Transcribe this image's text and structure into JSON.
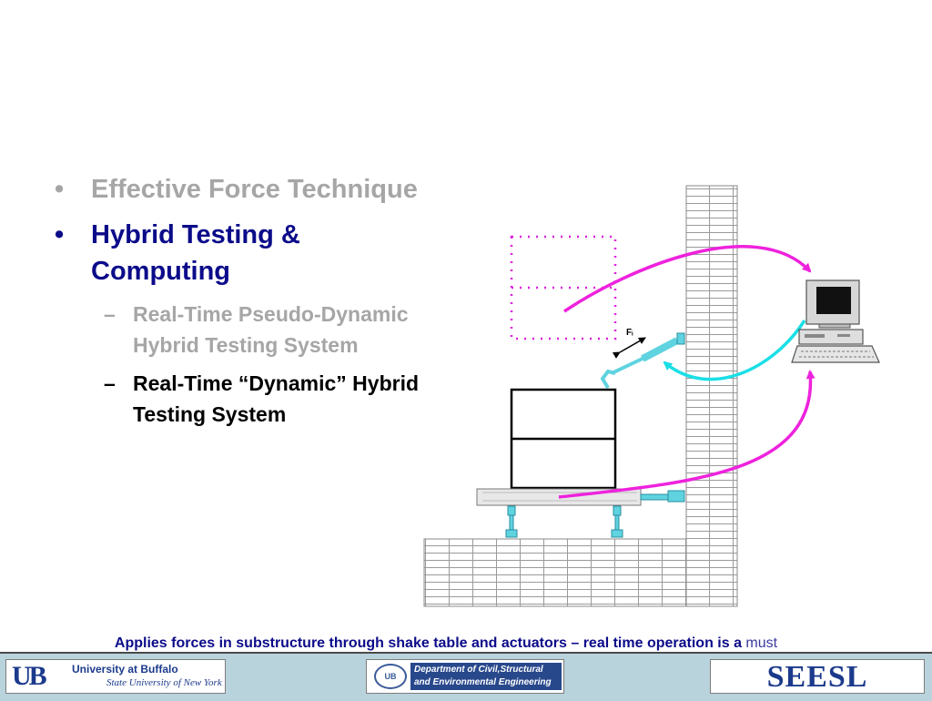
{
  "bullets": [
    {
      "level": 1,
      "text": "Effective  Force Technique",
      "color": "#a6a6a6",
      "mark": "•"
    },
    {
      "level": 1,
      "text": "Hybrid Testing & Computing",
      "color": "#0b0b8a",
      "mark": "•"
    },
    {
      "level": 2,
      "text": "Real-Time Pseudo-Dynamic Hybrid Testing System",
      "color": "#a6a6a6",
      "mark": "–"
    },
    {
      "level": 2,
      "text": "Real-Time “Dynamic” Hybrid Testing System",
      "color": "#000000",
      "mark": "–"
    }
  ],
  "diagram": {
    "force_label": "Fᵢ"
  },
  "caption": {
    "main": "Applies forces in substructure through shake table and actuators – real time operation is a",
    "emphasis": "must"
  },
  "footer": {
    "ub_mark": "UB",
    "ub_name": "University at Buffalo",
    "ub_sub": "State University of New York",
    "dept_seal": "UB",
    "dept_line1": "Department of Civil,Structural",
    "dept_line2": "and Environmental Engineering",
    "seesl": "SEESL"
  },
  "colors": {
    "magenta": "#ee22dd",
    "cyan": "#1adfe6",
    "actuator": "#5fd3e0",
    "grid": "#a0a0a0"
  }
}
